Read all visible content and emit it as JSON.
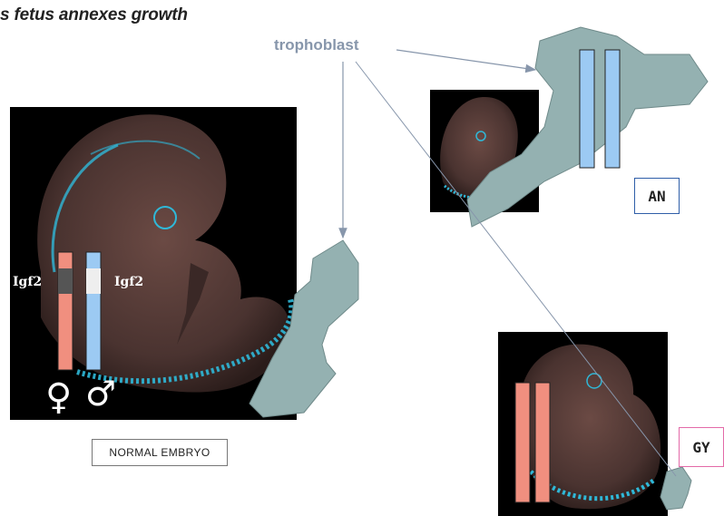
{
  "title": "s fetus annexes growth",
  "trophoblast_label": "trophoblast",
  "normal_panel": {
    "label": "NORMAL EMBRYO",
    "maternal_gene": "Igf2",
    "paternal_gene": "Igf2",
    "maternal_symbol": "♀",
    "paternal_symbol": "♂"
  },
  "an_panel": {
    "label": "AN"
  },
  "gy_panel": {
    "label": "GY"
  },
  "colors": {
    "maternal": "#f08f7f",
    "paternal": "#9ccaf3",
    "placenta": "#94b1b1",
    "arrow": "#8796ab",
    "embryo": "#5a3f3a",
    "fluor": "#2fb8d8"
  }
}
